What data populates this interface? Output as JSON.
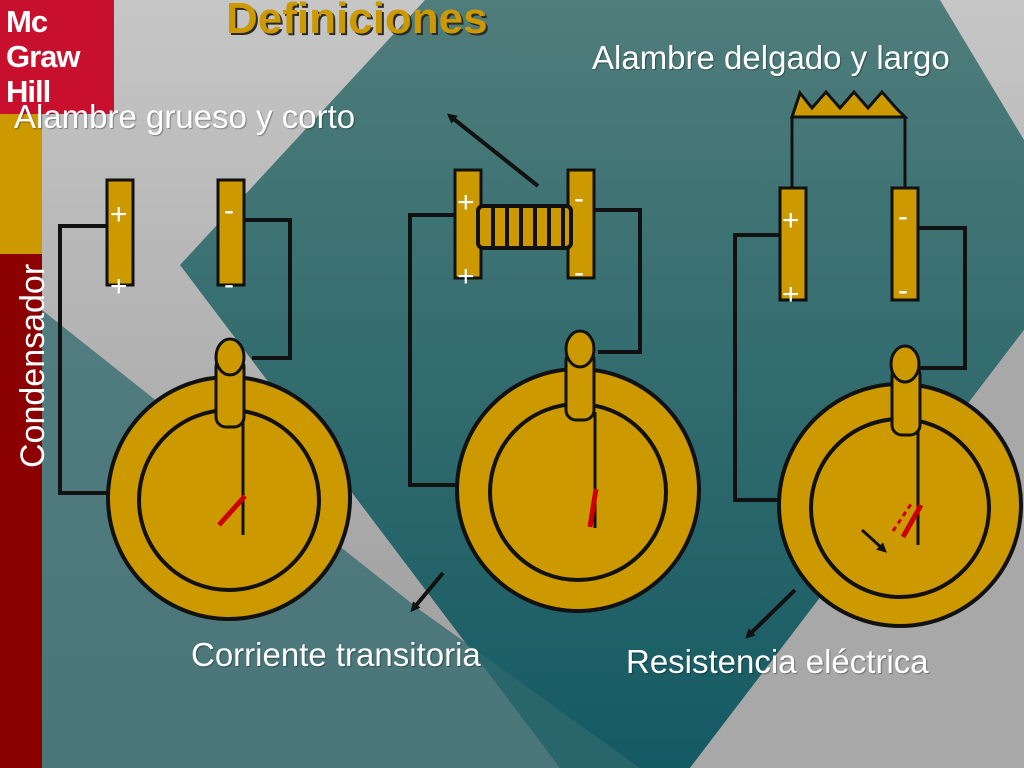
{
  "slide": {
    "title": "Definiciones",
    "logo": {
      "line1": "Mc",
      "line2": "Graw",
      "line3": "Hill"
    },
    "side_label": "Condensador",
    "labels": {
      "thick_wire": "Alambre grueso y corto",
      "thin_wire": "Alambre delgado y largo",
      "transient_current": "Corriente transitoria",
      "resistance": "Resistencia eléctrica"
    },
    "plate_signs": {
      "positive": "+",
      "negative": "-"
    }
  },
  "colors": {
    "background_gray": "#b5b5b5",
    "background_teal": "#3d7272",
    "gold": "#cc9900",
    "logo_red": "#c8102e",
    "side_red": "#8b0000",
    "needle_red": "#cc0000"
  }
}
